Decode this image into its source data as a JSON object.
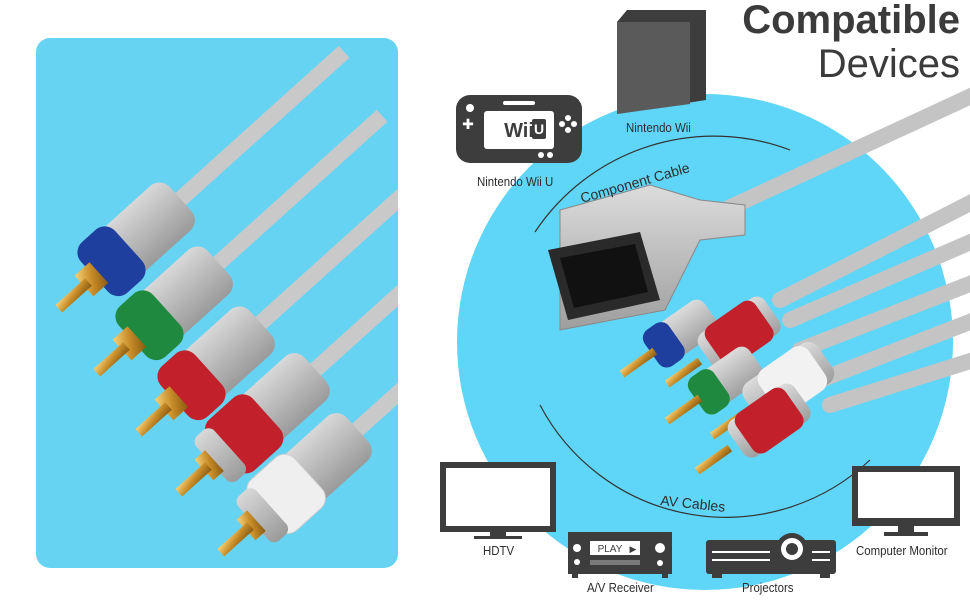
{
  "title": {
    "line1": "Compatible",
    "line2": "Devices"
  },
  "devices": {
    "wii": {
      "label": "Nintendo Wii",
      "icon": "wii-console-icon"
    },
    "wiiu": {
      "label": "Nintendo Wii U",
      "icon": "wii-u-gamepad-icon",
      "screen_text": "Wii"
    },
    "hdtv": {
      "label": "HDTV",
      "icon": "tv-icon"
    },
    "receiver": {
      "label": "A/V Receiver",
      "icon": "av-receiver-icon",
      "display_text": "PLAY"
    },
    "projectors": {
      "label": "Projectors",
      "icon": "projector-icon"
    },
    "monitor": {
      "label": "Computer Monitor",
      "icon": "computer-monitor-icon"
    }
  },
  "arcs": {
    "top": "Component Cable",
    "bottom": "AV Cables"
  },
  "colors": {
    "panel_bg": "#67d3f3",
    "circle_bg": "#5fd6f7",
    "cable_gray": "#b9b9b9",
    "plug_blue": "#1f3f9e",
    "plug_green": "#1f8a3f",
    "plug_red": "#c2202a",
    "plug_white": "#efefef",
    "gold": "#d9a441",
    "icon_dark": "#3d3d3d"
  }
}
